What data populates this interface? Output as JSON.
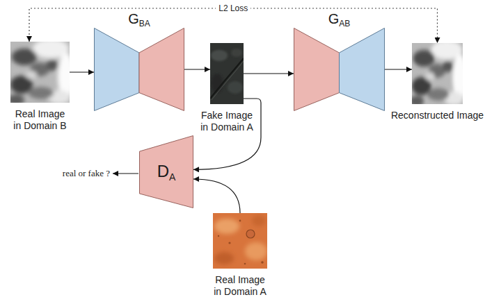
{
  "diagram": {
    "nodes": [
      {
        "text": [
          "Real Image in Domain B"
        ]
      },
      {
        "text": [
          "G",
          "BA"
        ]
      },
      {
        "text": [
          "Fake Image in Domain A"
        ]
      },
      {
        "text": [
          "G",
          "AB"
        ]
      },
      {
        "text": [
          "Reconstructed Image"
        ]
      },
      {
        "text": [
          "D",
          "A"
        ]
      },
      {
        "text": [
          "Real Image in Domain A"
        ]
      }
    ],
    "edges": [
      {
        "from": 0,
        "to": 1,
        "arrow": "to"
      },
      {
        "from": 1,
        "to": 2,
        "arrow": "to"
      },
      {
        "from": 2,
        "to": 3,
        "arrow": "to"
      },
      {
        "from": 3,
        "to": 4,
        "arrow": "to"
      },
      {
        "from": 2,
        "to": 5,
        "arrow": "to"
      },
      {
        "from": 6,
        "to": 5,
        "arrow": "to"
      },
      {
        "from": 0,
        "to": 4,
        "label": "L2 Loss",
        "arrow": "both"
      }
    ],
    "labels": [
      "real or fake ?"
    ]
  }
}
